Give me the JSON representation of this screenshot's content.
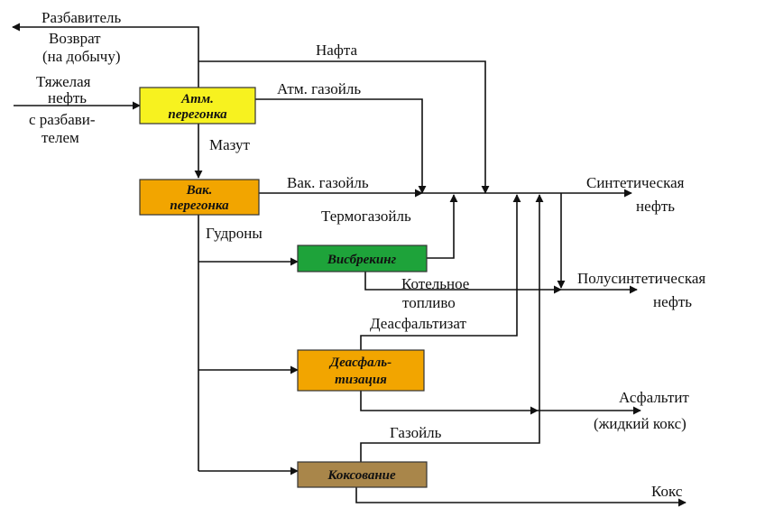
{
  "colors": {
    "atm": "#f7f21f",
    "vak": "#f2a500",
    "visbreaking": "#1ea33a",
    "deasphalting": "#f2a500",
    "coking": "#a9864a",
    "line": "#111111"
  },
  "boxes": {
    "atm": [
      "Атм.",
      "перегонка"
    ],
    "vak": [
      "Вак.",
      "перегонка"
    ],
    "visbreaking": [
      "Висбрекинг"
    ],
    "deasphalting": [
      "Деасфаль-",
      "тизация"
    ],
    "coking": [
      "Коксование"
    ]
  },
  "labels": {
    "diluent": "Разбавитель",
    "return_1": "Возврат",
    "return_2": "(на добычу)",
    "heavy_oil_1": "Тяжелая",
    "heavy_oil_2": "нефть",
    "heavy_oil_3": "с разбави-",
    "heavy_oil_4": "телем",
    "naphtha": "Нафта",
    "atm_gasoil": "Атм. газойль",
    "mazut": "Мазут",
    "vac_gasoil": "Вак. газойль",
    "thermo_gasoil": "Термогазойль",
    "tars": "Гудроны",
    "synthetic_oil_1": "Синтетическая",
    "synthetic_oil_2": "нефть",
    "boiler_fuel_1": "Котельное",
    "boiler_fuel_2": "топливо",
    "semisynthetic_oil_1": "Полусинтетическая",
    "semisynthetic_oil_2": "нефть",
    "deasphaltizate": "Деасфальтизат",
    "asphaltite_1": "Асфальтит",
    "asphaltite_2": "(жидкий кокс)",
    "gasoil": "Газойль",
    "coke": "Кокс"
  }
}
